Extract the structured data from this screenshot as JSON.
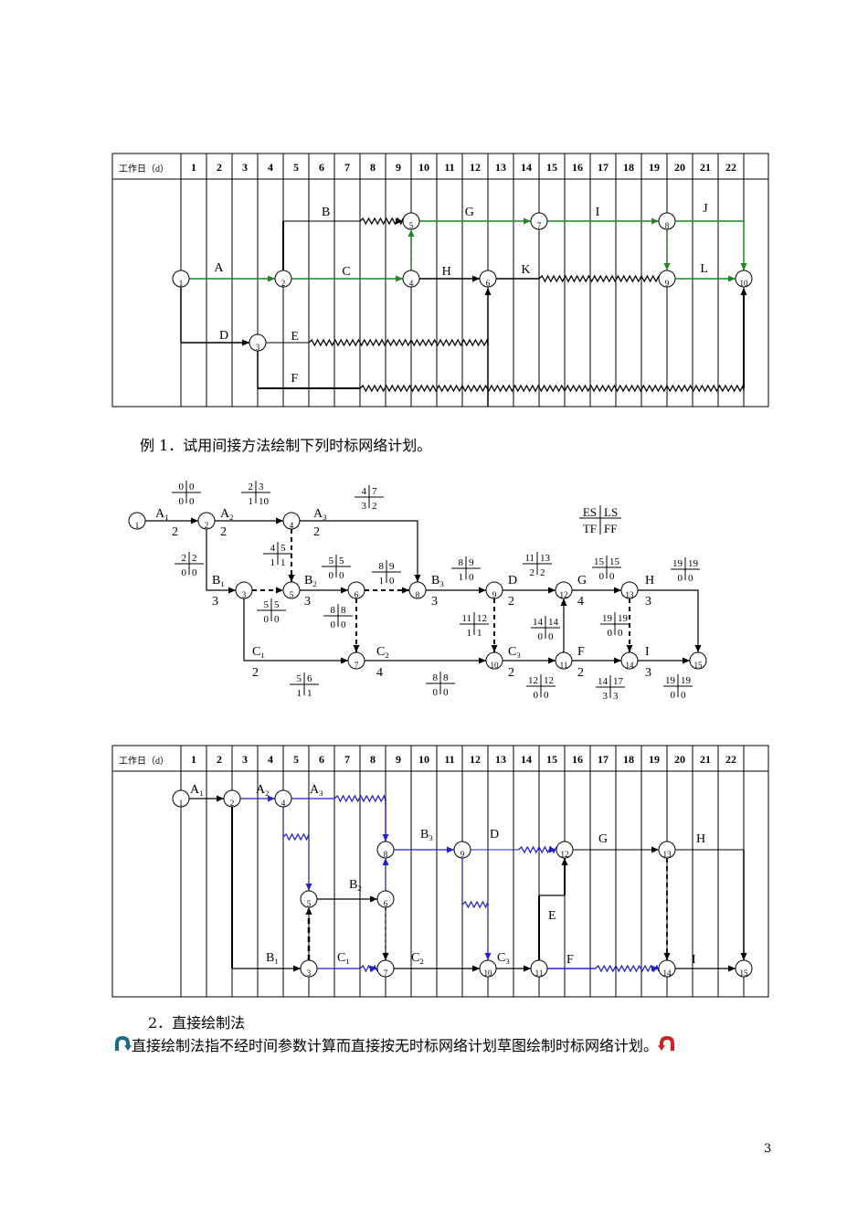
{
  "timescale_header_label": "工作日（d）",
  "days": [
    "1",
    "2",
    "3",
    "4",
    "5",
    "6",
    "7",
    "8",
    "9",
    "10",
    "11",
    "12",
    "13",
    "14",
    "15",
    "16",
    "17",
    "18",
    "19",
    "20",
    "21",
    "22"
  ],
  "diagram1": {
    "nodes": [
      "1",
      "2",
      "3",
      "4",
      "5",
      "6",
      "7",
      "8",
      "9",
      "10"
    ],
    "activities": [
      "A",
      "B",
      "C",
      "D",
      "E",
      "F",
      "G",
      "H",
      "I",
      "J",
      "K",
      "L"
    ]
  },
  "example_line": "例 1．试用间接方法绘制下列时标网络计划。",
  "network": {
    "legend": {
      "es_ls": "ES LS",
      "tf_ff": "TF FF"
    },
    "nodes": [
      "1",
      "2",
      "3",
      "4",
      "5",
      "6",
      "7",
      "8",
      "9",
      "10",
      "11",
      "12",
      "13",
      "14",
      "15"
    ],
    "activities": [
      {
        "name": "A",
        "sub": "1",
        "dur": "2"
      },
      {
        "name": "A",
        "sub": "2",
        "dur": "2"
      },
      {
        "name": "A",
        "sub": "3",
        "dur": "2"
      },
      {
        "name": "B",
        "sub": "1",
        "dur": "3"
      },
      {
        "name": "B",
        "sub": "2",
        "dur": "3"
      },
      {
        "name": "B",
        "sub": "3",
        "dur": "3"
      },
      {
        "name": "C",
        "sub": "1",
        "dur": "2"
      },
      {
        "name": "C",
        "sub": "2",
        "dur": "4"
      },
      {
        "name": "C",
        "sub": "3",
        "dur": "2"
      },
      {
        "name": "D",
        "sub": "",
        "dur": "2"
      },
      {
        "name": "G",
        "sub": "",
        "dur": "4"
      },
      {
        "name": "H",
        "sub": "",
        "dur": "3"
      },
      {
        "name": "F",
        "sub": "",
        "dur": "2"
      },
      {
        "name": "I",
        "sub": "",
        "dur": "3"
      }
    ],
    "params": [
      {
        "top": "0 0",
        "bottom": "0 0"
      },
      {
        "top": "2 3",
        "bottom": "1 10"
      },
      {
        "top": "4 7",
        "bottom": "3 2"
      },
      {
        "top": "2 2",
        "bottom": "0 0"
      },
      {
        "top": "4 5",
        "bottom": "1 1"
      },
      {
        "top": "5 5",
        "bottom": "0 0"
      },
      {
        "top": "8 9",
        "bottom": "1 0"
      },
      {
        "top": "8 9",
        "bottom": "1 0"
      },
      {
        "top": "11 13",
        "bottom": "2 2"
      },
      {
        "top": "15 15",
        "bottom": "0 0"
      },
      {
        "top": "19 19",
        "bottom": "0 0"
      },
      {
        "top": "5 5",
        "bottom": "0 0"
      },
      {
        "top": "8 8",
        "bottom": "0 0"
      },
      {
        "top": "11 12",
        "bottom": "1 1"
      },
      {
        "top": "14 14",
        "bottom": "0 0"
      },
      {
        "top": "19 19",
        "bottom": "0 0"
      },
      {
        "top": "5 6",
        "bottom": "1 1"
      },
      {
        "top": "8 8",
        "bottom": "0 0"
      },
      {
        "top": "12 12",
        "bottom": "0 0"
      },
      {
        "top": "14 17",
        "bottom": "3 3"
      },
      {
        "top": "19 19",
        "bottom": "0 0"
      }
    ]
  },
  "diagram2": {
    "nodes": [
      "1",
      "2",
      "3",
      "4",
      "5",
      "6",
      "7",
      "8",
      "9",
      "10",
      "11",
      "12",
      "13",
      "14",
      "15"
    ],
    "activities": [
      {
        "name": "A",
        "sub": "1"
      },
      {
        "name": "A",
        "sub": "2"
      },
      {
        "name": "A",
        "sub": "3"
      },
      {
        "name": "B",
        "sub": "1"
      },
      {
        "name": "B",
        "sub": "2"
      },
      {
        "name": "B",
        "sub": "3"
      },
      {
        "name": "C",
        "sub": "1"
      },
      {
        "name": "C",
        "sub": "2"
      },
      {
        "name": "C",
        "sub": "3"
      },
      {
        "name": "D",
        "sub": ""
      },
      {
        "name": "G",
        "sub": ""
      },
      {
        "name": "H",
        "sub": ""
      },
      {
        "name": "E",
        "sub": ""
      },
      {
        "name": "F",
        "sub": ""
      },
      {
        "name": "I",
        "sub": ""
      }
    ]
  },
  "section_heading": "2．直接绘制法",
  "description": "直接绘制法指不经时间参数计算而直接按无时标网络计划草图绘制时标网络计划。",
  "icons": {
    "left": "curved-arrow-icon",
    "right": "curved-arrow-icon"
  },
  "colors": {
    "green": "#1a8a1a",
    "blue": "#2222cc",
    "black": "#000000",
    "icon": "#1a6a8a",
    "icon_right": "#cc2222"
  },
  "page_number": "3"
}
